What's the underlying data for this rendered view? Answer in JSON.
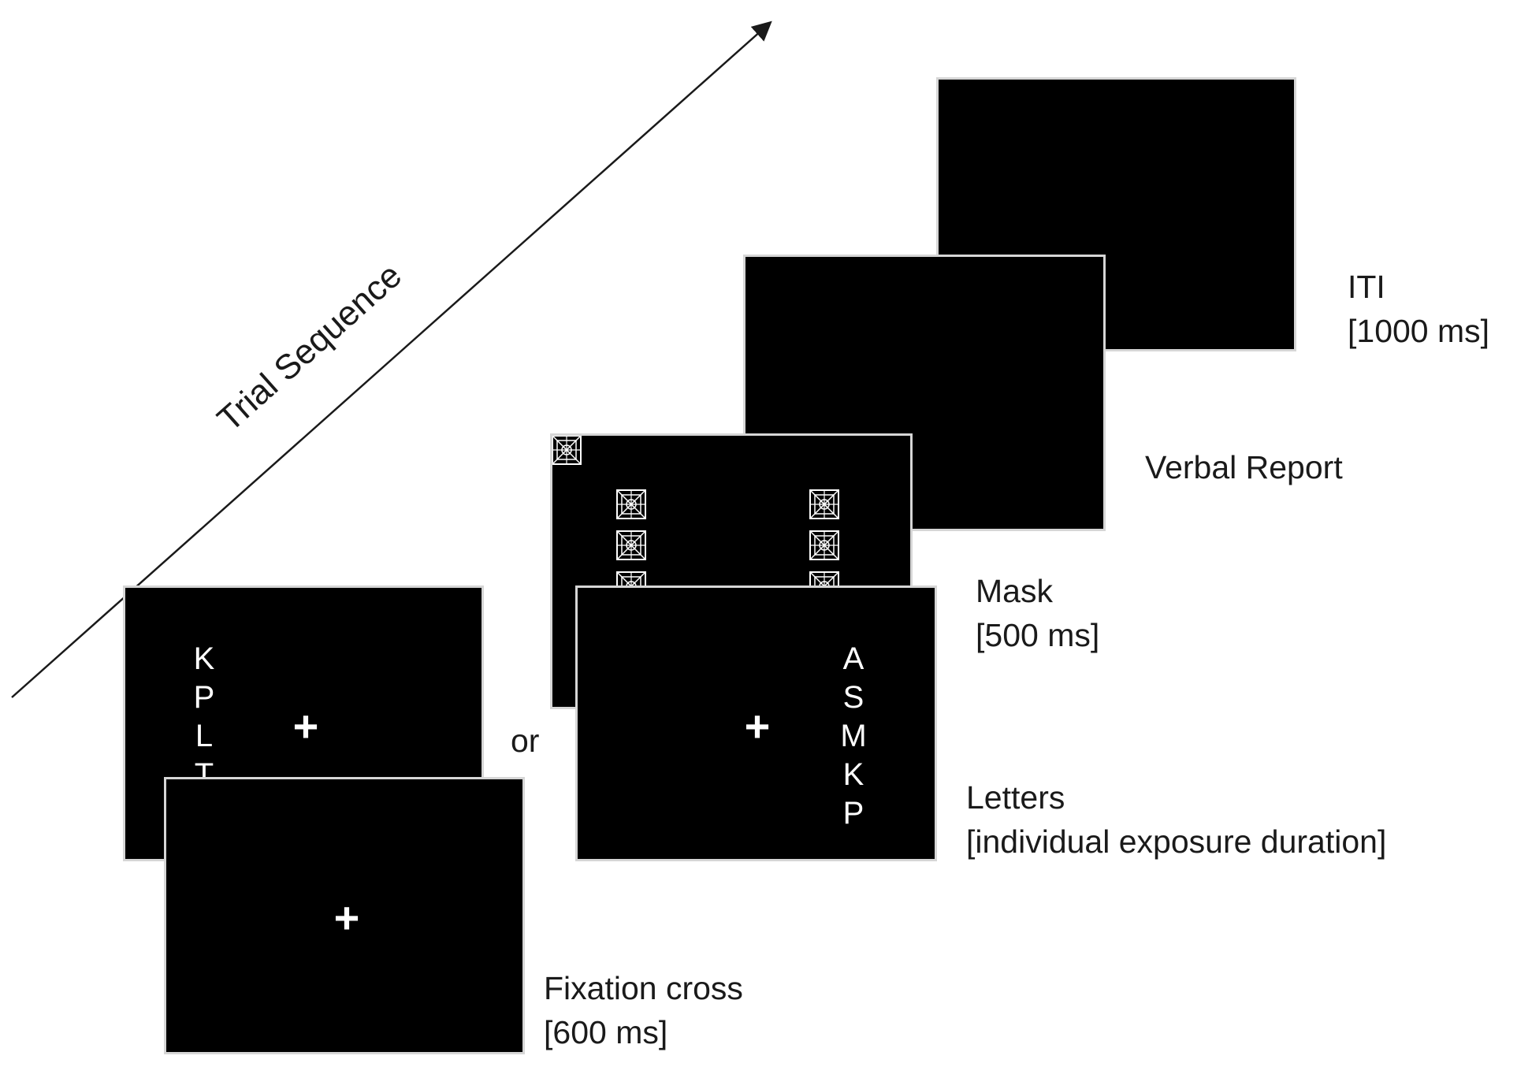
{
  "axis_label": "Trial Sequence",
  "or_text": "or",
  "stages": {
    "iti": {
      "name": "ITI",
      "duration": "[1000 ms]"
    },
    "verbal_report": {
      "name": "Verbal Report"
    },
    "mask": {
      "name": "Mask",
      "duration": "[500 ms]"
    },
    "letters": {
      "name": "Letters",
      "duration": "[individual exposure duration]"
    },
    "fixation": {
      "name": "Fixation cross",
      "duration": "[600 ms]"
    }
  },
  "screens": {
    "letters_left": {
      "cross": "+",
      "letters": [
        "K",
        "P",
        "L",
        "T"
      ]
    },
    "letters_right": {
      "cross": "+",
      "letters": [
        "A",
        "S",
        "M",
        "K",
        "P"
      ]
    },
    "fixation": {
      "cross": "+"
    }
  },
  "colors": {
    "screen": "#000000",
    "screen_border": "#d6d6d6",
    "stimulus": "#ffffff",
    "text": "#1a1a1a"
  }
}
